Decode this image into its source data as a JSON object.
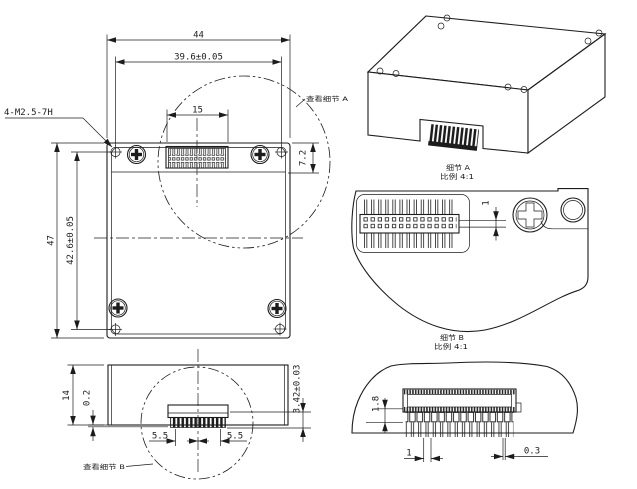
{
  "colors": {
    "line": "#1c1c1c",
    "background": "#ffffff"
  },
  "views": {
    "front": {
      "thread_callout": "4-M2.5-7H",
      "detail_ref": "查看细节 A",
      "dims": {
        "overall_width": "44",
        "hole_span_width": "39.6±0.05",
        "connector_width": "15",
        "connector_inset": "7.2",
        "overall_height": "47",
        "hole_span_height": "42.6±0.05"
      }
    },
    "side": {
      "detail_ref": "查看细节 B",
      "dims": {
        "overall_height": "14",
        "base_step": "0.2",
        "pin_offset_left": "5.5",
        "pin_offset_right": "5.5",
        "connector_protrusion": "3.42±0.03"
      }
    },
    "detail_a": {
      "title": "细节 A",
      "scale": "比例 4:1",
      "dims": {
        "row_pitch": "1"
      }
    },
    "detail_b": {
      "title": "细节 B",
      "scale": "比例 4:1",
      "dims": {
        "pin_height": "1.8",
        "pin_pitch": "1",
        "pin_width": "0.3"
      }
    }
  }
}
